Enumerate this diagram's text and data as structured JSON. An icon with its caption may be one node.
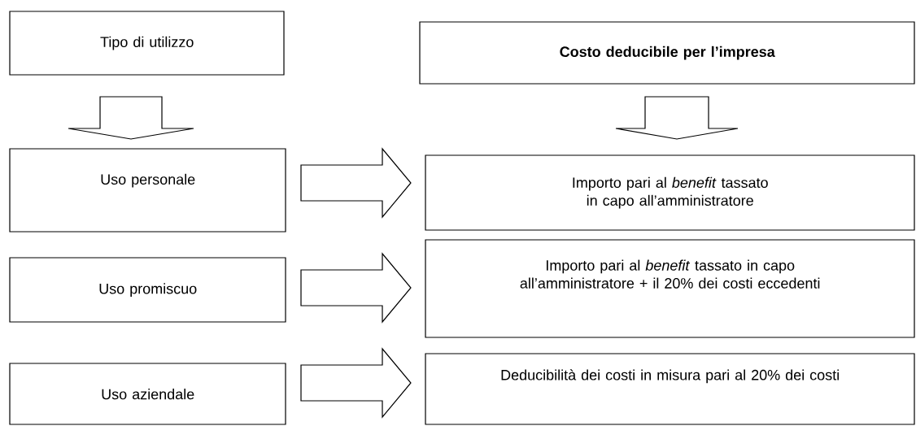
{
  "diagram": {
    "nodes": [
      {
        "text": [
          "Tipo di utilizzo"
        ]
      },
      {
        "text": [
          "Costo deducibile per l’impresa"
        ]
      },
      {
        "text": [
          "Uso personale"
        ]
      },
      {
        "text": [
          "Importo pari al *benefit* tassato in capo all’amministratore"
        ]
      },
      {
        "text": [
          "Uso promiscuo"
        ]
      },
      {
        "text": [
          "Importo pari al *benefit* tassato in capo all’amministratore + il 20% dei costi eccedenti"
        ]
      },
      {
        "text": [
          "Uso aziendale"
        ]
      },
      {
        "text": [
          "Deducibilità dei costi in misura pari al 20% dei costi"
        ]
      }
    ],
    "edges": [
      {
        "from": 0,
        "to": 2,
        "arrow": "to"
      },
      {
        "from": 1,
        "to": 3,
        "arrow": "to"
      },
      {
        "from": 2,
        "to": 3,
        "arrow": "to"
      },
      {
        "from": 4,
        "to": 5,
        "arrow": "to"
      },
      {
        "from": 6,
        "to": 7,
        "arrow": "to"
      }
    ]
  }
}
